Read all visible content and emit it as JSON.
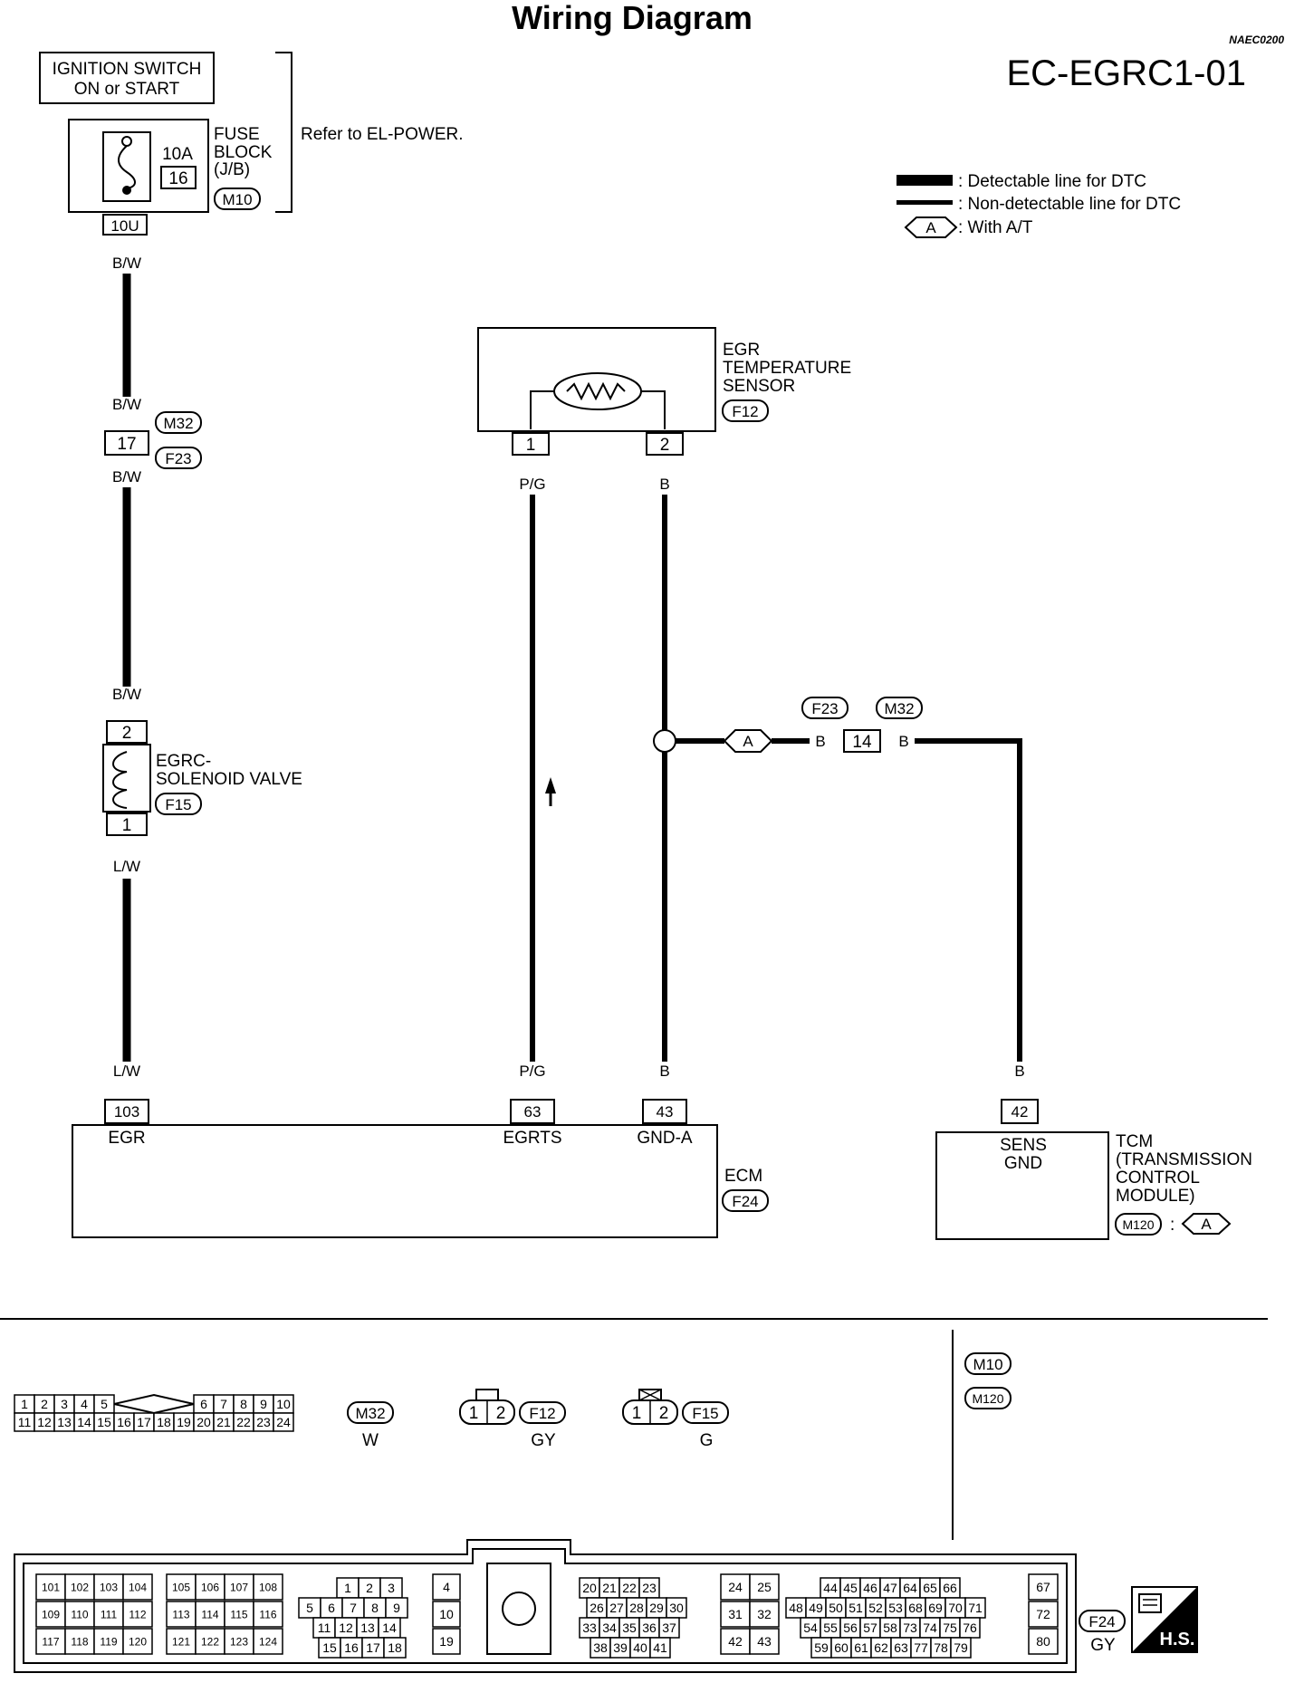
{
  "header": {
    "title": "Wiring Diagram",
    "ref_code": "NAEC0200",
    "diagram_code": "EC-EGRC1-01"
  },
  "legend": {
    "detectable": ": Detectable line for DTC",
    "non_detectable": ": Non-detectable line for DTC",
    "with_at_symbol": "A",
    "with_at": ": With A/T"
  },
  "ignition": {
    "line1": "IGNITION SWITCH",
    "line2": "ON or START"
  },
  "fuse_block": {
    "rating": "10A",
    "number": "16",
    "label1": "FUSE",
    "label2": "BLOCK",
    "label3": "(J/B)",
    "connector": "M10",
    "terminal": "10U",
    "refer": "Refer to EL-POWER."
  },
  "wires": {
    "bw_top": "B/W",
    "bw_mid": "B/W",
    "bw_after": "B/W",
    "bw_valve": "B/W",
    "lw_top": "L/W",
    "lw_bottom": "L/W",
    "pg_top": "P/G",
    "pg_bottom": "P/G",
    "b_top": "B",
    "b_bottom": "B",
    "b_left14": "B",
    "b_right14": "B",
    "b_tcm": "B"
  },
  "joint_connector": {
    "pin": "17",
    "conn_a": "M32",
    "conn_b": "F23"
  },
  "solenoid": {
    "pin_top": "2",
    "pin_bottom": "1",
    "label1": "EGRC-",
    "label2": "SOLENOID VALVE",
    "connector": "F15"
  },
  "temp_sensor": {
    "label1": "EGR",
    "label2": "TEMPERATURE",
    "label3": "SENSOR",
    "connector": "F12",
    "pin1": "1",
    "pin2": "2"
  },
  "ground_branch": {
    "at_symbol": "A",
    "pin": "14",
    "conn_a": "F23",
    "conn_b": "M32"
  },
  "ecm": {
    "pin_egr": "103",
    "pin_egrts": "63",
    "pin_gnda": "43",
    "label_egr": "EGR",
    "label_egrts": "EGRTS",
    "label_gnda": "GND-A",
    "name": "ECM",
    "connector": "F24"
  },
  "tcm": {
    "pin": "42",
    "sens1": "SENS",
    "sens2": "GND",
    "name1": "TCM",
    "name2": "(TRANSMISSION",
    "name3": "CONTROL",
    "name4": "MODULE)",
    "connector": "M120",
    "colon": ":",
    "at_symbol": "A"
  },
  "connector_views": {
    "m32": {
      "id": "M32",
      "color": "W",
      "top": [
        "1",
        "2",
        "3",
        "4",
        "5",
        "6",
        "7",
        "8",
        "9",
        "10"
      ],
      "bottom": [
        "11",
        "12",
        "13",
        "14",
        "15",
        "16",
        "17",
        "18",
        "19",
        "20",
        "21",
        "22",
        "23",
        "24"
      ]
    },
    "f12": {
      "id": "F12",
      "color": "GY",
      "pins": [
        "1",
        "2"
      ]
    },
    "f15": {
      "id": "F15",
      "color": "G",
      "pins": [
        "1",
        "2"
      ]
    },
    "m10": {
      "id": "M10"
    },
    "m120": {
      "id": "M120"
    },
    "f24": {
      "id": "F24",
      "color": "GY",
      "hs": "H.S.",
      "g1": [
        [
          "101",
          "102",
          "103",
          "104"
        ],
        [
          "109",
          "110",
          "111",
          "112"
        ],
        [
          "117",
          "118",
          "119",
          "120"
        ]
      ],
      "g2": [
        [
          "105",
          "106",
          "107",
          "108"
        ],
        [
          "113",
          "114",
          "115",
          "116"
        ],
        [
          "121",
          "122",
          "123",
          "124"
        ]
      ],
      "g3": [
        [
          "1",
          "2",
          "3"
        ],
        [
          "5",
          "6",
          "7",
          "8",
          "9"
        ],
        [
          "11",
          "12",
          "13",
          "14"
        ],
        [
          "15",
          "16",
          "17",
          "18"
        ]
      ],
      "g4": [
        "4",
        "10",
        "19"
      ],
      "g5": [
        [
          "20",
          "21",
          "22",
          "23"
        ],
        [
          "26",
          "27",
          "28",
          "29",
          "30"
        ],
        [
          "33",
          "34",
          "35",
          "36",
          "37"
        ],
        [
          "38",
          "39",
          "40",
          "41"
        ]
      ],
      "g6": [
        [
          "24",
          "25"
        ],
        [
          "31",
          "32"
        ],
        [
          "42",
          "43"
        ]
      ],
      "g7": [
        [
          "44",
          "45",
          "46",
          "47",
          "64",
          "65",
          "66"
        ],
        [
          "48",
          "49",
          "50",
          "51",
          "52",
          "53",
          "68",
          "69",
          "70",
          "71"
        ],
        [
          "54",
          "55",
          "56",
          "57",
          "58",
          "73",
          "74",
          "75",
          "76"
        ],
        [
          "59",
          "60",
          "61",
          "62",
          "63",
          "77",
          "78",
          "79"
        ]
      ],
      "g8": [
        "67",
        "72",
        "80"
      ]
    }
  }
}
